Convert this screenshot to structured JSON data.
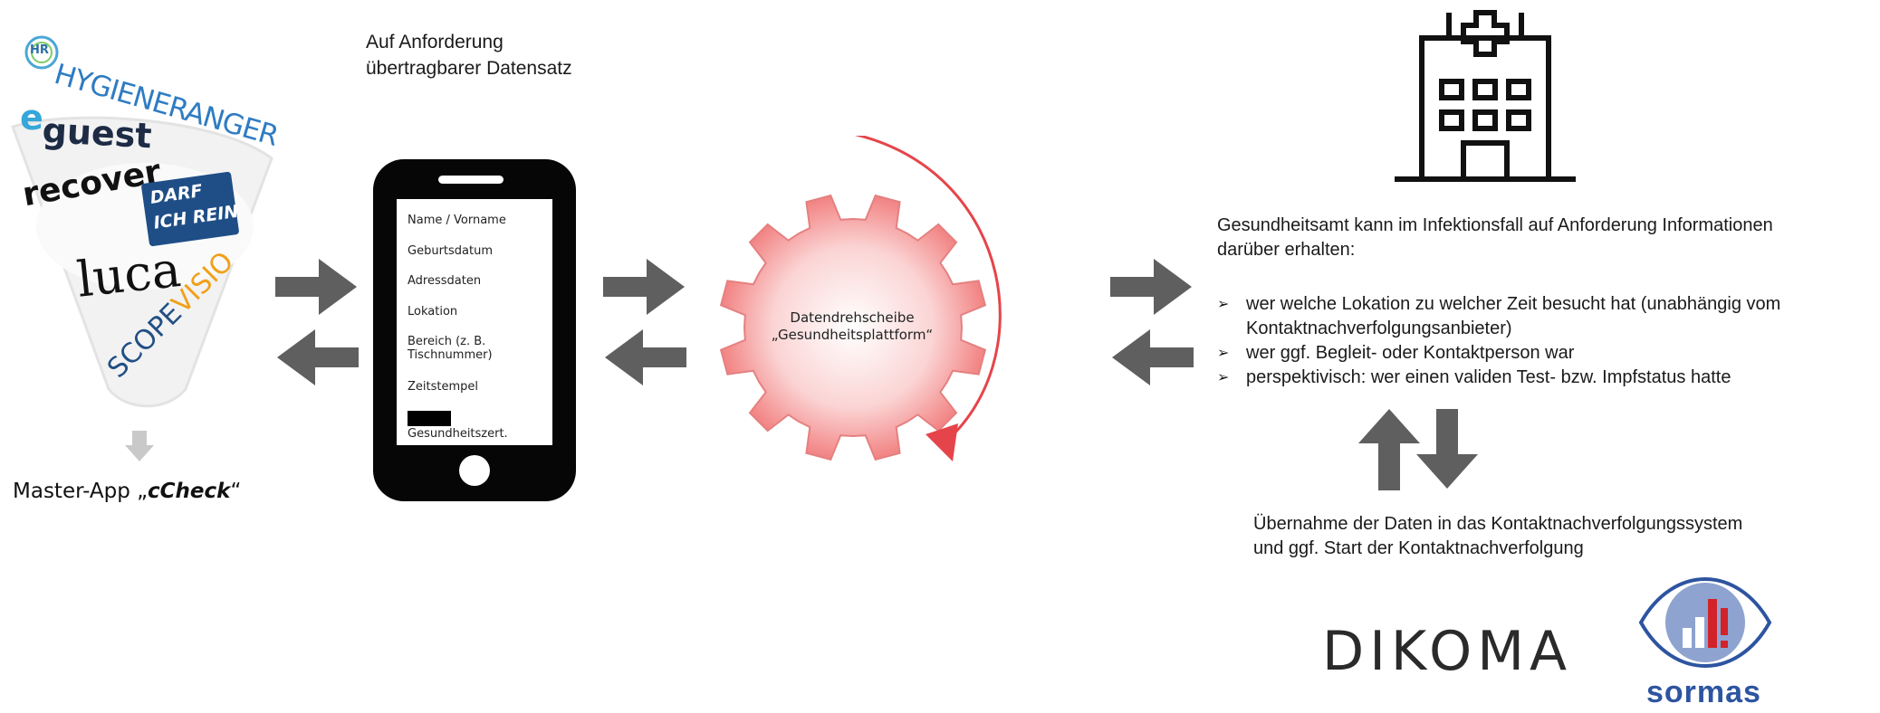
{
  "header": {
    "line1": "Auf Anforderung",
    "line2": "übertragbarer Datensatz"
  },
  "logos": {
    "hygieneranger": "HYGIENERANGER",
    "hygieneranger_badge": "HR",
    "eguest_e": "e",
    "eguest": "guest",
    "recover": "recover",
    "darf_line1": "DARF",
    "darf_line2": "ICH REIN",
    "luca": "luca",
    "scopevisio_a": "SCOPE",
    "scopevisio_b": "VISIO"
  },
  "master_app": {
    "prefix": "Master-App „",
    "name": "cCheck",
    "suffix": "“"
  },
  "phone": {
    "fields": [
      "Name / Vorname",
      "Geburtsdatum",
      "Adressdaten",
      "Lokation",
      "Bereich (z. B.",
      "Tischnummer)",
      "Zeitstempel",
      "Gesundheitszert."
    ]
  },
  "gear": {
    "line1": "Datendrehscheibe",
    "line2": "„Gesundheitsplattform“"
  },
  "health_office": {
    "intro_line1": "Gesundheitsamt kann im Infektionsfall auf Anforderung Informationen",
    "intro_line2": "darüber erhalten:",
    "bullets": [
      {
        "line1": "wer welche Lokation zu welcher Zeit besucht hat (unabhängig vom",
        "line2": "Kontaktnachverfolgungsanbieter)"
      },
      {
        "line1": "wer ggf. Begleit- oder Kontaktperson war"
      },
      {
        "line1": "perspektivisch: wer einen validen Test- bzw. Impfstatus hatte"
      }
    ],
    "bullet_marker": "➢",
    "takeover_line1": "Übernahme der Daten in das Kontaktnachverfolgungssystem",
    "takeover_line2": "und ggf. Start der Kontaktnachverfolgung"
  },
  "bottom_logos": {
    "dikoma": "DIKOMA",
    "sormas": "sormas"
  },
  "colors": {
    "arrow_gray": "#5f5f5f",
    "light_arrow": "#c9c9c9",
    "gear_fill_center": "#ffffff",
    "gear_fill_edge": "#f07070",
    "gear_stroke": "#e58080",
    "curve_arrow": "#e5454a",
    "sormas_blue": "#2d54a0",
    "sormas_red": "#d2232a"
  },
  "icons": {
    "hospital": "hospital-icon",
    "phone": "smartphone-icon",
    "gear": "gear-icon"
  }
}
